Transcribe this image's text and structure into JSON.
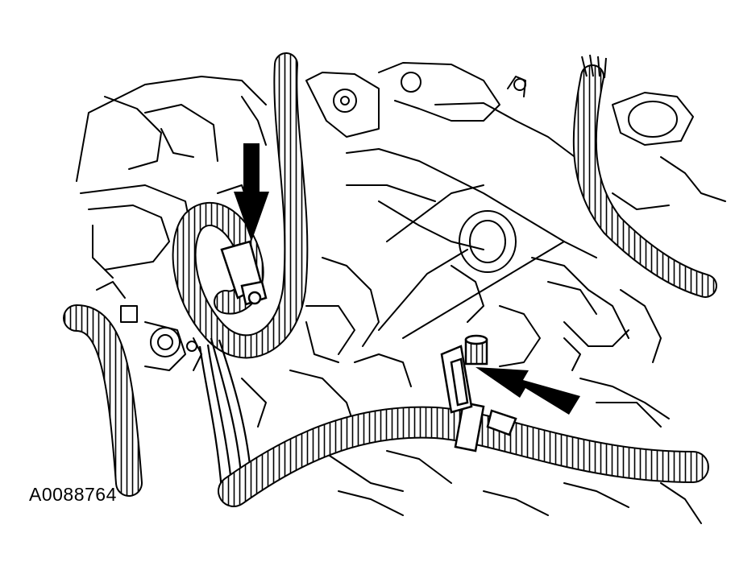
{
  "figure": {
    "id": "A0088764"
  },
  "colors": {
    "ink": "#000000",
    "paper": "#ffffff"
  },
  "callouts": [
    {
      "name": "arrow-down-to-connector",
      "direction": "down"
    },
    {
      "name": "arrow-left-to-ground-stud",
      "direction": "left"
    }
  ]
}
